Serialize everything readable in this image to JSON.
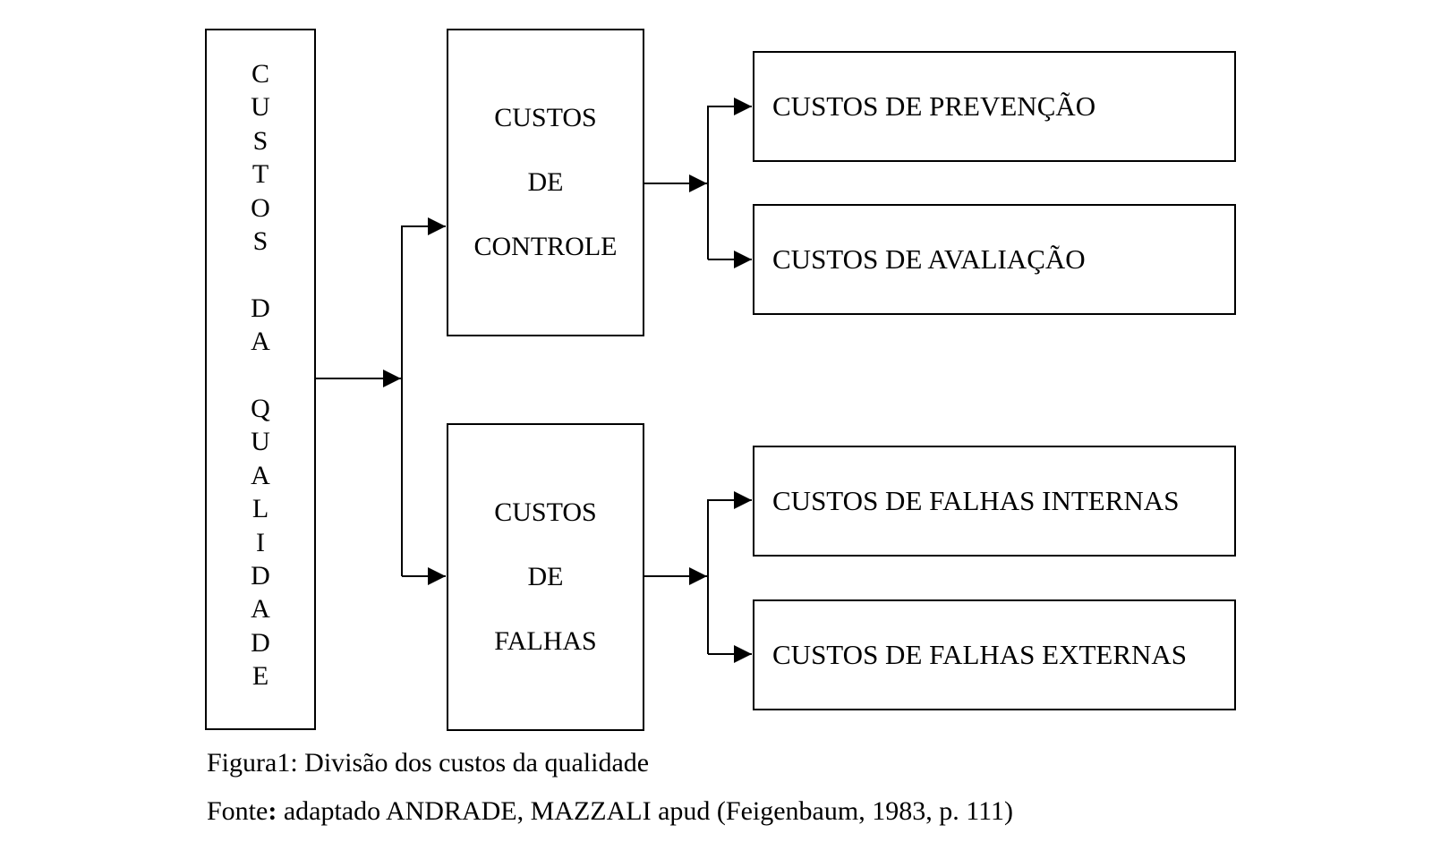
{
  "diagram": {
    "root": {
      "label": "CUSTOS DA QUALIDADE",
      "letters": [
        "C",
        "U",
        "S",
        "T",
        "O",
        "S",
        "",
        "D",
        "A",
        "",
        "Q",
        "U",
        "A",
        "L",
        "I",
        "D",
        "A",
        "D",
        "E"
      ]
    },
    "controle": {
      "lines": [
        "CUSTOS",
        "DE",
        "CONTROLE"
      ],
      "children": [
        "CUSTOS DE PREVENÇÃO",
        "CUSTOS DE AVALIAÇÃO"
      ]
    },
    "falhas": {
      "lines": [
        "CUSTOS",
        "DE",
        "FALHAS"
      ],
      "children": [
        "CUSTOS DE FALHAS INTERNAS",
        "CUSTOS DE FALHAS EXTERNAS"
      ]
    },
    "stroke_color": "#000000",
    "background_color": "#ffffff"
  },
  "caption": {
    "figure": "Figura1: Divisão dos custos da qualidade",
    "source_label": "Fonte",
    "source_separator": ":",
    "source_text": " adaptado ANDRADE, MAZZALI apud (Feigenbaum, 1983, p. 111)"
  }
}
